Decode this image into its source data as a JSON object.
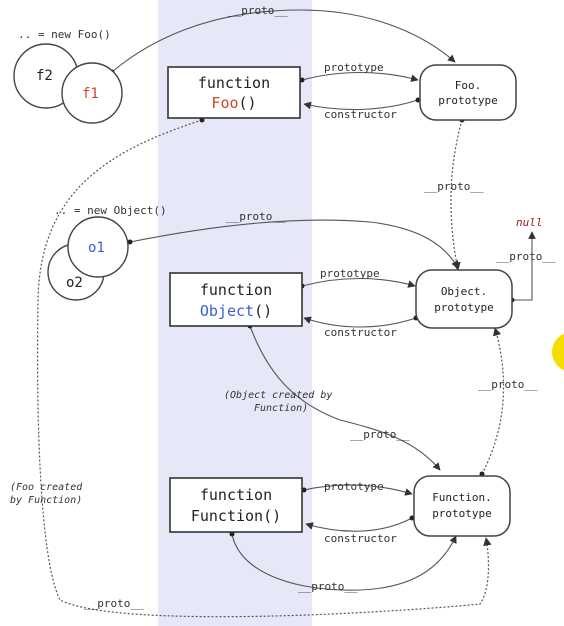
{
  "colors": {
    "band": "#e6e8f7",
    "foo_name": "#d2442c",
    "object_name": "#3a5fcd",
    "highlight": "#f3de00"
  },
  "instances": {
    "foo_expr": ".. = new Foo()",
    "f1": "f1",
    "f2": "f2",
    "object_expr": ".. = new Object()",
    "o1": "o1",
    "o2": "o2"
  },
  "functions": {
    "keyword": "function",
    "foo": "Foo",
    "object": "Object",
    "parens": "()",
    "function_call": "Function()"
  },
  "prototypes": {
    "foo_line1": "Foo.",
    "foo_line2": "prototype",
    "object_line1": "Object.",
    "object_line2": "prototype",
    "function_line1": "Function.",
    "function_line2": "prototype"
  },
  "links": {
    "prototype": "prototype",
    "constructor": "constructor",
    "proto": "__proto__",
    "null": "null"
  },
  "notes": {
    "object_created_1": "(Object created by",
    "object_created_2": "Function)",
    "foo_created_1": "(Foo created",
    "foo_created_2": "by Function)"
  }
}
